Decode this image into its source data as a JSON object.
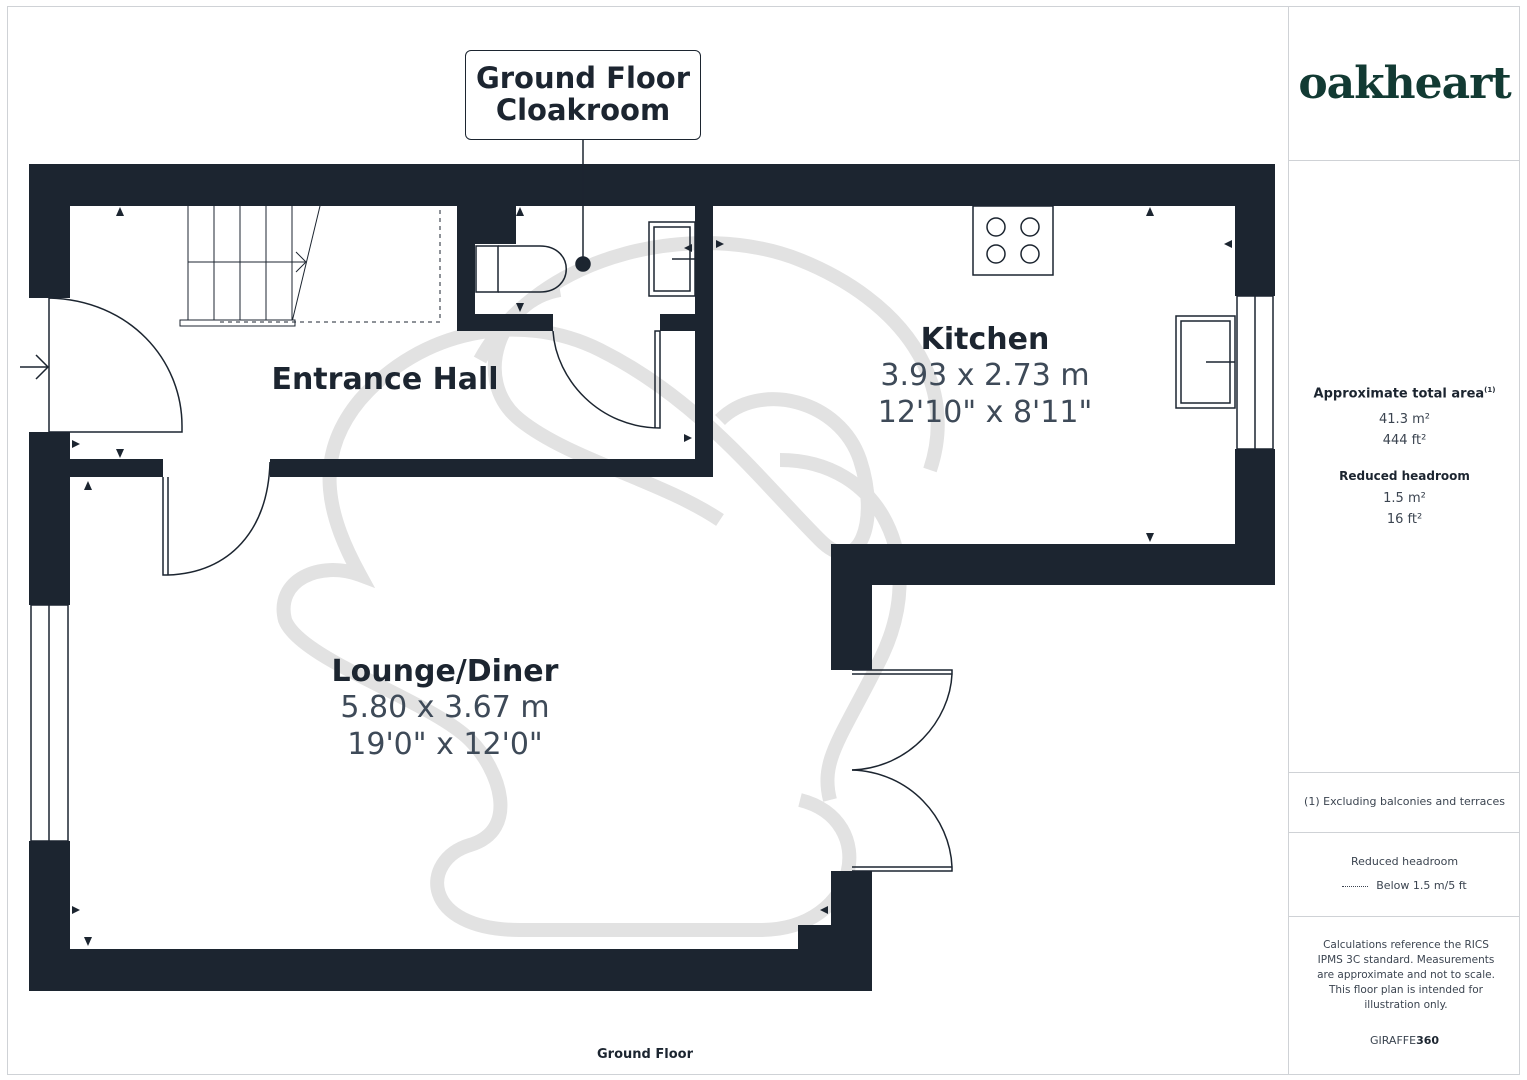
{
  "floor_label": "Ground Floor",
  "callout": {
    "line1": "Ground Floor",
    "line2": "Cloakroom"
  },
  "rooms": {
    "entrance_hall": {
      "name": "Entrance Hall"
    },
    "kitchen": {
      "name": "Kitchen",
      "metric": "3.93 x 2.73 m",
      "imperial": "12'10\" x 8'11\""
    },
    "lounge": {
      "name": "Lounge/Diner",
      "metric": "5.80 x 3.67 m",
      "imperial": "19'0\" x 12'0\""
    }
  },
  "sidebar": {
    "logo": "oakheart",
    "total_area_title": "Approximate total area",
    "total_area_note_mark": "(1)",
    "total_area_m2": "41.3 m²",
    "total_area_ft2": "444 ft²",
    "reduced_title": "Reduced headroom",
    "reduced_m2": "1.5 m²",
    "reduced_ft2": "16 ft²",
    "footnote": "(1) Excluding balconies and terraces",
    "legend_title": "Reduced headroom",
    "legend_item": "Below 1.5 m/5 ft",
    "disclaimer": "Calculations reference the RICS IPMS 3C standard. Measurements are approximate and not to scale. This floor plan is intended for illustration only.",
    "brand_prefix": "GIRAFFE",
    "brand_suffix": "360"
  },
  "colors": {
    "wall": "#1c2530",
    "logo": "#123a33",
    "watermark": "#d9d9d9"
  }
}
